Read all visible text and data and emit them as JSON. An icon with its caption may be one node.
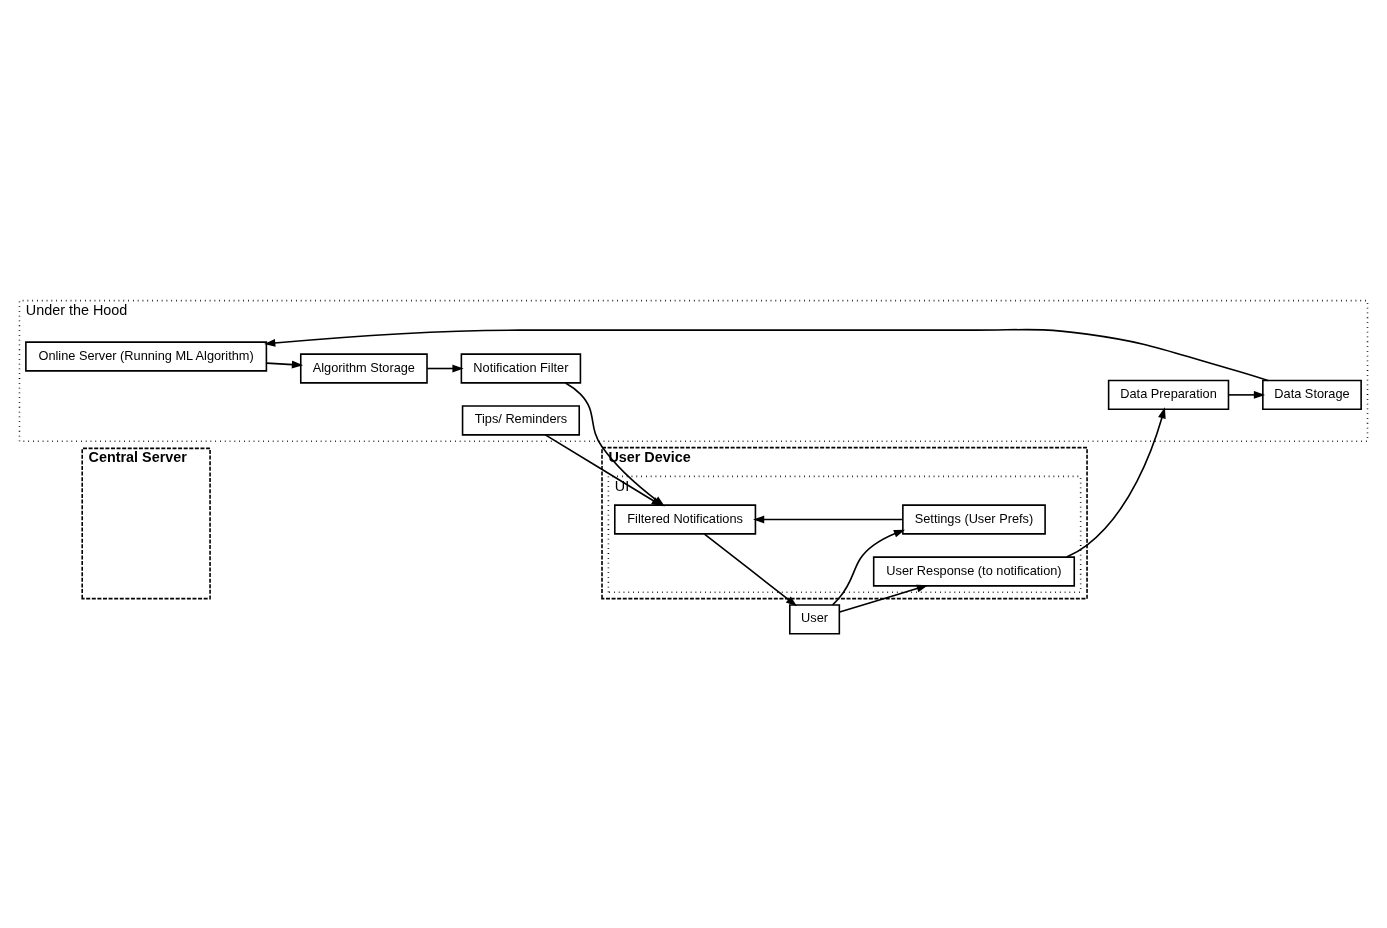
{
  "diagram": {
    "nodes": [
      {
        "text": [
          "Central Server"
        ]
      },
      {
        "text": [
          "Under the Hood"
        ]
      },
      {
        "text": [
          "Online Server (Running ML Algorithm)"
        ],
        "in": 1
      },
      {
        "text": [
          "User Device"
        ]
      },
      {
        "text": [
          "UI"
        ],
        "in": 3
      },
      {
        "text": [
          "User"
        ]
      },
      {
        "text": [
          "User Response (to notification)"
        ],
        "in": 4
      },
      {
        "text": [
          "Settings (User Prefs)"
        ],
        "in": 4
      },
      {
        "text": [
          "Filtered Notifications"
        ],
        "in": 4
      },
      {
        "text": [
          "Data Preparation"
        ],
        "in": 1
      },
      {
        "text": [
          "Data Storage"
        ],
        "in": 1
      },
      {
        "text": [
          "Algorithm Storage"
        ],
        "in": 1
      },
      {
        "text": [
          "Notification Filter"
        ],
        "in": 1
      },
      {
        "text": [
          "Tips/ Reminders"
        ],
        "in": 1
      }
    ],
    "edges": [
      {
        "from": 5,
        "to": 6,
        "arrow": "to"
      },
      {
        "from": 5,
        "to": 7,
        "arrow": "to"
      },
      {
        "from": 8,
        "to": 5,
        "arrow": "to"
      },
      {
        "from": 6,
        "to": 9,
        "arrow": "to"
      },
      {
        "from": 9,
        "to": 10,
        "arrow": "to"
      },
      {
        "from": 10,
        "to": 2,
        "arrow": "to"
      },
      {
        "from": 2,
        "to": 11,
        "arrow": "to"
      },
      {
        "from": 11,
        "to": 12,
        "arrow": "to"
      },
      {
        "from": 7,
        "to": 8,
        "arrow": "to"
      },
      {
        "from": 12,
        "to": 8,
        "arrow": "to"
      },
      {
        "from": 13,
        "to": 8,
        "arrow": "to"
      }
    ]
  }
}
